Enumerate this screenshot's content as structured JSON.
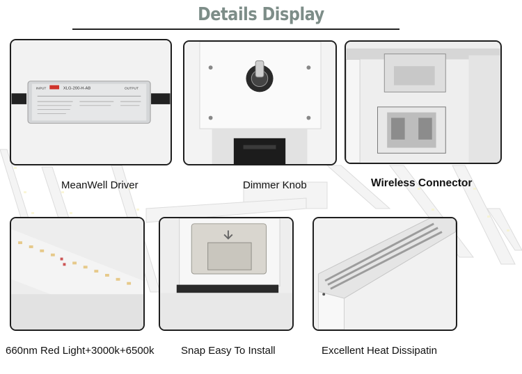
{
  "title": "Details Display",
  "panels": [
    {
      "caption": "MeanWell Driver",
      "label_input": "INPUT",
      "label_output": "OUTPUT",
      "label_model": "XLG-200-H-AB"
    },
    {
      "caption": "Dimmer Knob"
    },
    {
      "caption": "Wireless Connector"
    },
    {
      "caption": "660nm Red Light+3000k+6500k"
    },
    {
      "caption": "Snap Easy To Install"
    },
    {
      "caption": "Excellent Heat Dissipatin"
    }
  ],
  "colors": {
    "title": "#7d8d88",
    "border": "#1e1e1e"
  }
}
